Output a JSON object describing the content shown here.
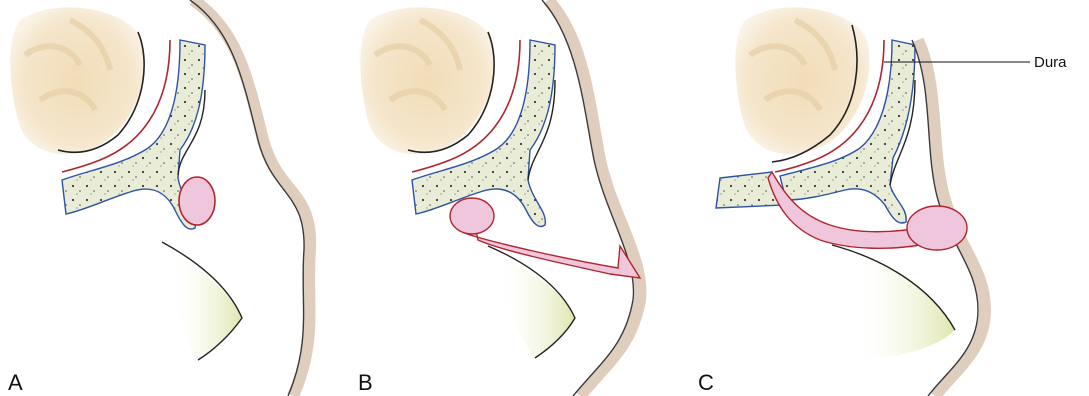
{
  "panels": [
    {
      "label": "A"
    },
    {
      "label": "B"
    },
    {
      "label": "C"
    }
  ],
  "annotation": {
    "dura_label": "Dura"
  },
  "colors": {
    "bone_fill": "#e9ecd6",
    "bone_outline": "#2d52a8",
    "dura_line": "#b0262e",
    "lesion_fill": "#f0c6dc",
    "lesion_outline": "#b0262e",
    "skin_shadow": "#dcc9b7",
    "cartilage_fill": "#eef1cf",
    "brain_fill": "#f3e2c4"
  }
}
